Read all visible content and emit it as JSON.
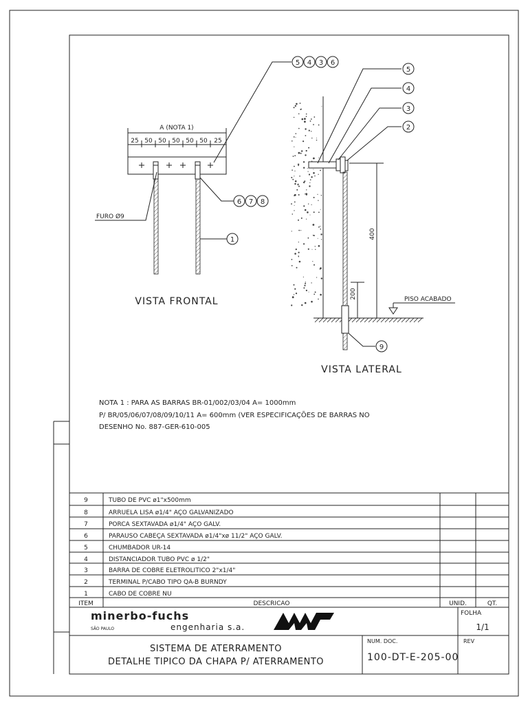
{
  "front_view": {
    "title": "VISTA FRONTAL",
    "dim_total": "A (NOTA 1)",
    "dims": [
      "25",
      "50",
      "50",
      "50",
      "50",
      "50",
      "25"
    ],
    "hole_label": "FURO Ø9",
    "balloon_top": [
      "5",
      "4",
      "3",
      "6"
    ],
    "balloon_mid": [
      "6",
      "7",
      "8"
    ],
    "balloon_cable": "1"
  },
  "side_view": {
    "title": "VISTA LATERAL",
    "dim_400": "400",
    "dim_200": "200",
    "floor_label": "PISO ACABADO",
    "balloons": [
      "5",
      "4",
      "3",
      "2"
    ],
    "balloon_pipe": "9"
  },
  "notes": [
    "NOTA 1 : PARA AS BARRAS BR-01/002/03/04 A= 1000mm",
    "P/ BR/05/06/07/08/09/10/11 A= 600mm (VER ESPECIFICAÇÕES DE BARRAS NO",
    "DESENHO No. 887-GER-610-005"
  ],
  "parts": [
    {
      "item": "9",
      "desc": "TUBO DE PVC ø1\"x500mm"
    },
    {
      "item": "8",
      "desc": "ARRUELA LISA ø1/4\" AÇO GALVANIZADO"
    },
    {
      "item": "7",
      "desc": "PORCA SEXTAVADA ø1/4\" AÇO GALV."
    },
    {
      "item": "6",
      "desc": "PARAUSO CABEÇA SEXTAVADA ø1/4\"xø 11/2\" AÇO GALV."
    },
    {
      "item": "5",
      "desc": "CHUMBADOR UR-14"
    },
    {
      "item": "4",
      "desc": "DISTANCIADOR TUBO PVC ø 1/2\""
    },
    {
      "item": "3",
      "desc": "BARRA DE COBRE ELETROLITICO 2\"x1/4\""
    },
    {
      "item": "2",
      "desc": "TERMINAL P/CABO TIPO QA-B BURNDY"
    },
    {
      "item": "1",
      "desc": "CABO DE COBRE NU"
    }
  ],
  "table_header": {
    "item": "ITEM",
    "desc": "DESCRICAO",
    "unid": "UNID.",
    "qt": "QT."
  },
  "title_block": {
    "company": "minerbo-fuchs",
    "company_sub": "engenharia s.a.",
    "city": "SÃO PAULO",
    "logo": "MVF-logo",
    "sheet_label": "FOLHA",
    "sheet_value": "1/1",
    "title_line1": "SISTEMA DE ATERRAMENTO",
    "title_line2": "DETALHE TIPICO DA CHAPA P/ ATERRAMENTO",
    "doc_label": "NUM. DOC.",
    "doc_number": "100-DT-E-205-00",
    "rev_label": "REV"
  },
  "colors": {
    "line": "#222222",
    "hatch": "#555555",
    "paper": "#ffffff"
  }
}
